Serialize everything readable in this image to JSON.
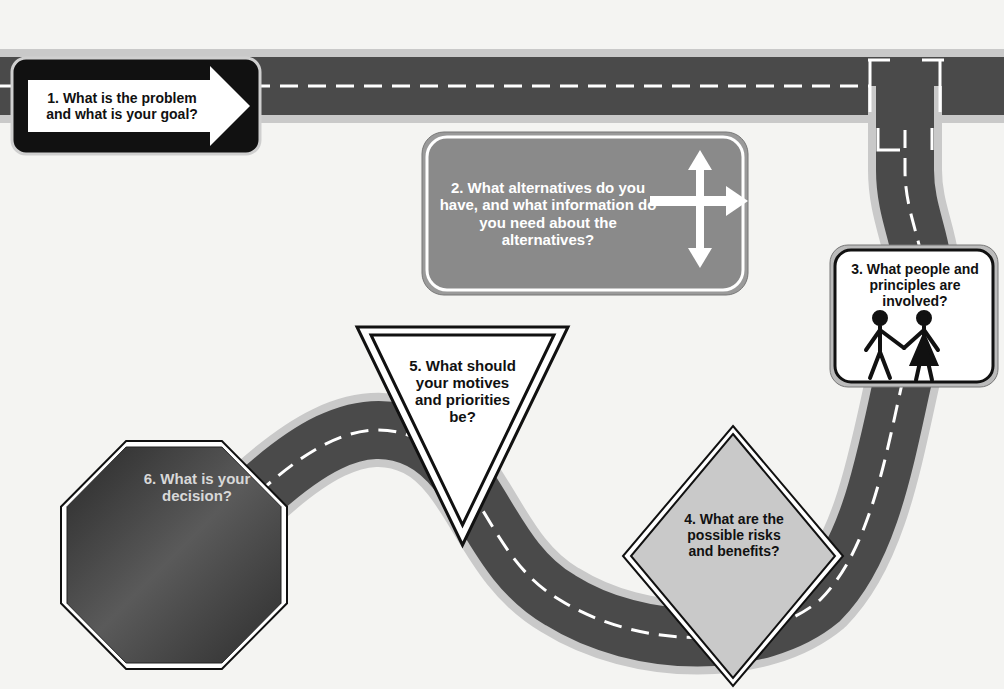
{
  "diagram": {
    "nodes": [
      {
        "text": [
          "1. What is the problem and what is your goal?"
        ]
      },
      {
        "text": [
          "2. What alternatives do you have, and what information do you need about the alternatives?"
        ]
      },
      {
        "text": [
          "3. What people and principles are involved?"
        ]
      },
      {
        "text": [
          "4. What are the possible risks and benefits?"
        ]
      },
      {
        "text": [
          "5. What should your motives and priorities be?"
        ]
      },
      {
        "text": [
          "6. What is your decision?"
        ]
      }
    ]
  }
}
